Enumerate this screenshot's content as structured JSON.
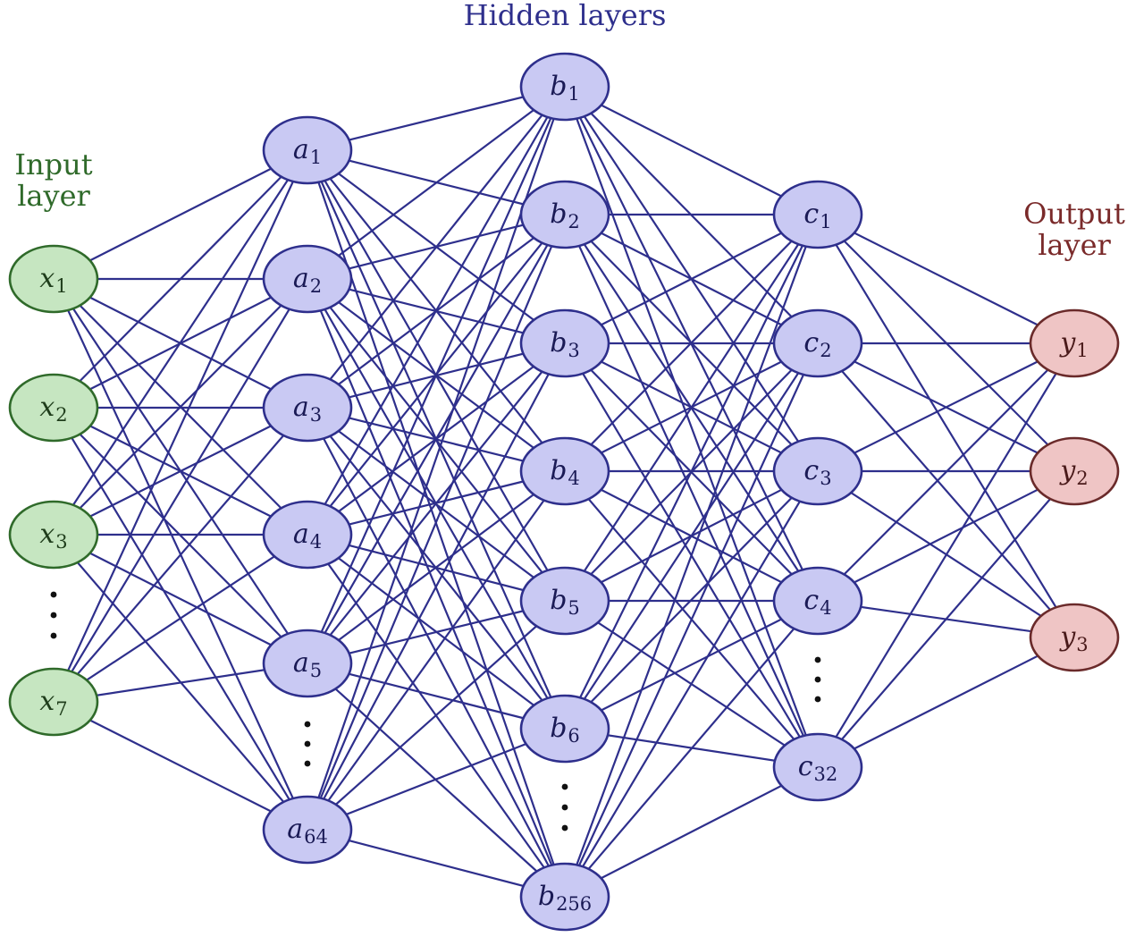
{
  "titles": {
    "input": [
      "Input",
      "layer"
    ],
    "hidden": "Hidden layers",
    "output": [
      "Output",
      "layer"
    ]
  },
  "colors": {
    "edge": "#2e2f8c",
    "input_fill": "#c6e6c1",
    "input_stroke": "#2f6a2a",
    "hidden_fill": "#c9c9f3",
    "hidden_stroke": "#2e2f8c",
    "output_fill": "#efc5c5",
    "output_stroke": "#6a2a2a",
    "input_title": "#2f6a2a",
    "hidden_title": "#2e2f8c",
    "output_title": "#7a2a2a"
  },
  "layers": [
    {
      "id": "input",
      "kind": "input",
      "nodes": [
        {
          "base": "x",
          "sub": "1"
        },
        {
          "base": "x",
          "sub": "2"
        },
        {
          "base": "x",
          "sub": "3"
        },
        {
          "base": "x",
          "sub": "7"
        }
      ]
    },
    {
      "id": "hidden-a",
      "kind": "hidden",
      "nodes": [
        {
          "base": "a",
          "sub": "1"
        },
        {
          "base": "a",
          "sub": "2"
        },
        {
          "base": "a",
          "sub": "3"
        },
        {
          "base": "a",
          "sub": "4"
        },
        {
          "base": "a",
          "sub": "5"
        },
        {
          "base": "a",
          "sub": "64"
        }
      ]
    },
    {
      "id": "hidden-b",
      "kind": "hidden",
      "nodes": [
        {
          "base": "b",
          "sub": "1"
        },
        {
          "base": "b",
          "sub": "2"
        },
        {
          "base": "b",
          "sub": "3"
        },
        {
          "base": "b",
          "sub": "4"
        },
        {
          "base": "b",
          "sub": "5"
        },
        {
          "base": "b",
          "sub": "6"
        },
        {
          "base": "b",
          "sub": "256"
        }
      ]
    },
    {
      "id": "hidden-c",
      "kind": "hidden",
      "nodes": [
        {
          "base": "c",
          "sub": "1"
        },
        {
          "base": "c",
          "sub": "2"
        },
        {
          "base": "c",
          "sub": "3"
        },
        {
          "base": "c",
          "sub": "4"
        },
        {
          "base": "c",
          "sub": "32"
        }
      ]
    },
    {
      "id": "output",
      "kind": "output",
      "nodes": [
        {
          "base": "y",
          "sub": "1"
        },
        {
          "base": "y",
          "sub": "2"
        },
        {
          "base": "y",
          "sub": "3"
        }
      ]
    }
  ]
}
